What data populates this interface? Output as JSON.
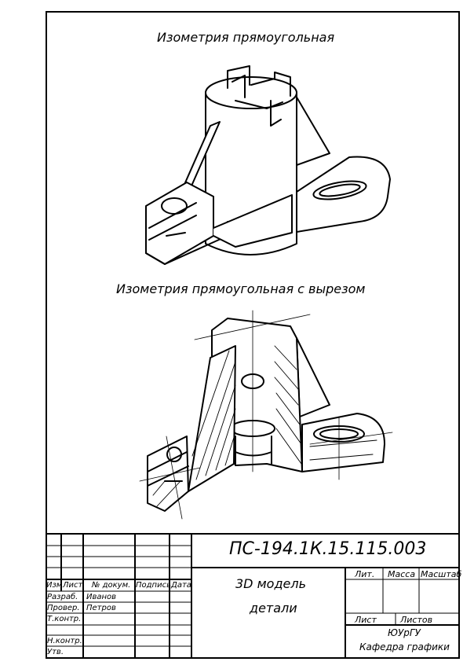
{
  "captions": {
    "top": "Изометрия прямоугольная",
    "middle": "Изометрия прямоугольная с вырезом"
  },
  "title_block": {
    "designation": "ПС-194.1К.15.115.003",
    "name_line1": "3D модель",
    "name_line2": "детали",
    "headers": {
      "izm": "Изм",
      "list": "Лист",
      "doc_no": "№ докум.",
      "signature": "Подпись",
      "date": "Дата",
      "lit": "Лит.",
      "mass": "Масса",
      "scale": "Масштаб",
      "sheet": "Лист",
      "sheets": "Листов"
    },
    "roles": {
      "developed": "Разраб.",
      "checked": "Провер.",
      "tech_control": "Т.контр.",
      "norm_control": "Н.контр.",
      "approved": "Утв."
    },
    "names": {
      "developed": "Иванов",
      "checked": "Петров"
    },
    "organization_line1": "ЮУрГУ",
    "organization_line2": "Кафедра графики"
  }
}
